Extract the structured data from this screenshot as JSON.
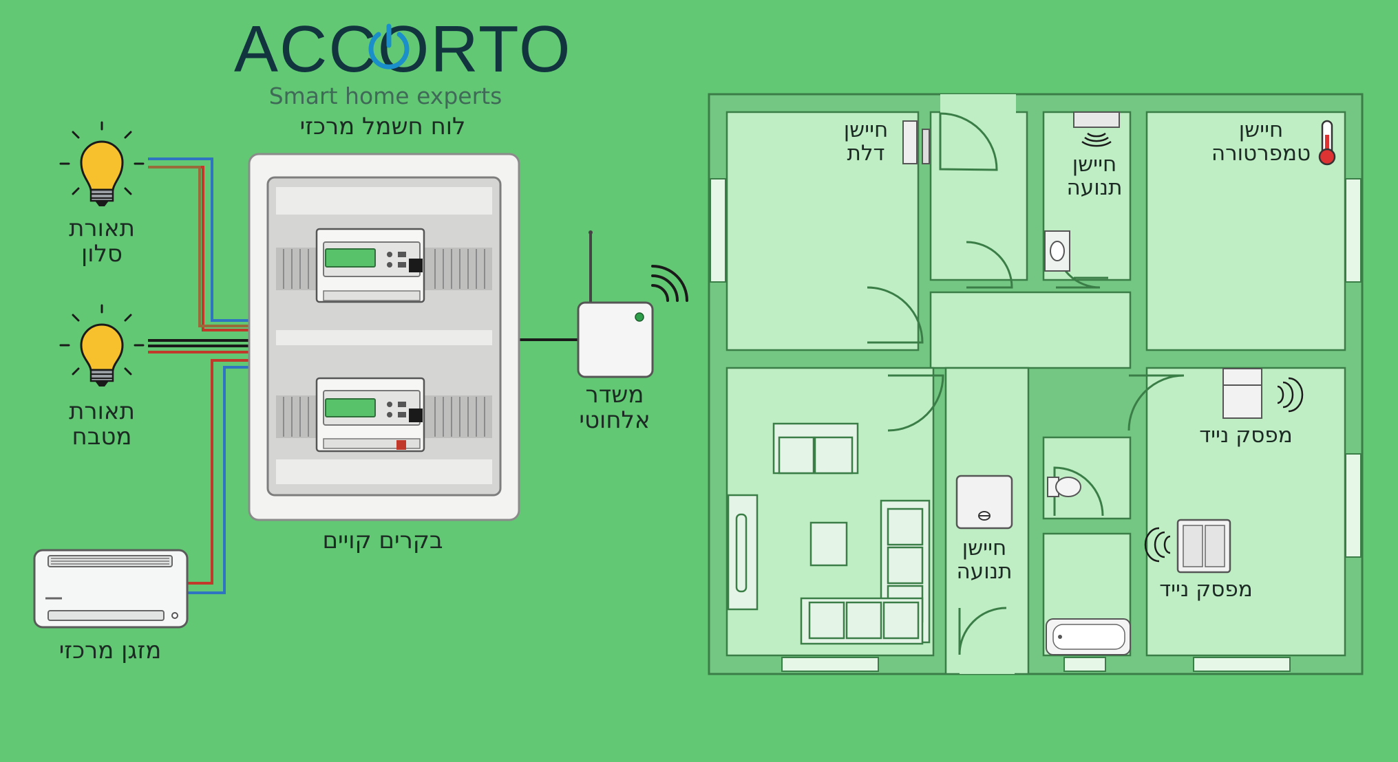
{
  "brand": {
    "name": "ACCORTO",
    "tagline": "Smart home experts"
  },
  "labels": {
    "panel_title": "לוח חשמל מרכזי",
    "existing_circuits": "בקרים קויים",
    "light_salon_1": "תאורת",
    "light_salon_2": "סלון",
    "light_kitchen_1": "תאורת",
    "light_kitchen_2": "מטבח",
    "ac": "מזגן מרכזי",
    "transmitter_1": "משדר",
    "transmitter_2": "אלחוטי"
  },
  "floorplan": {
    "door_sensor_1": "חיישן",
    "door_sensor_2": "דלת",
    "motion_sensor_top_1": "חיישן",
    "motion_sensor_top_2": "תנועה",
    "temp_sensor_1": "חיישן",
    "temp_sensor_2": "טמפרטורה",
    "mobile_switch_top": "מפסק נייד",
    "motion_sensor_bottom_1": "חיישן",
    "motion_sensor_bottom_2": "תנועה",
    "mobile_switch_bottom": "מפסק נייד"
  },
  "colors": {
    "background": "#63c874",
    "room_fill": "#bfeec4",
    "wall": "#74c783",
    "wire_blue": "#2f74c0",
    "wire_red": "#c0392b",
    "wire_brown": "#9a6b3a",
    "wire_black": "#1a1a1a",
    "bulb": "#f6c12c",
    "logo_accent": "#1a8fc9"
  }
}
